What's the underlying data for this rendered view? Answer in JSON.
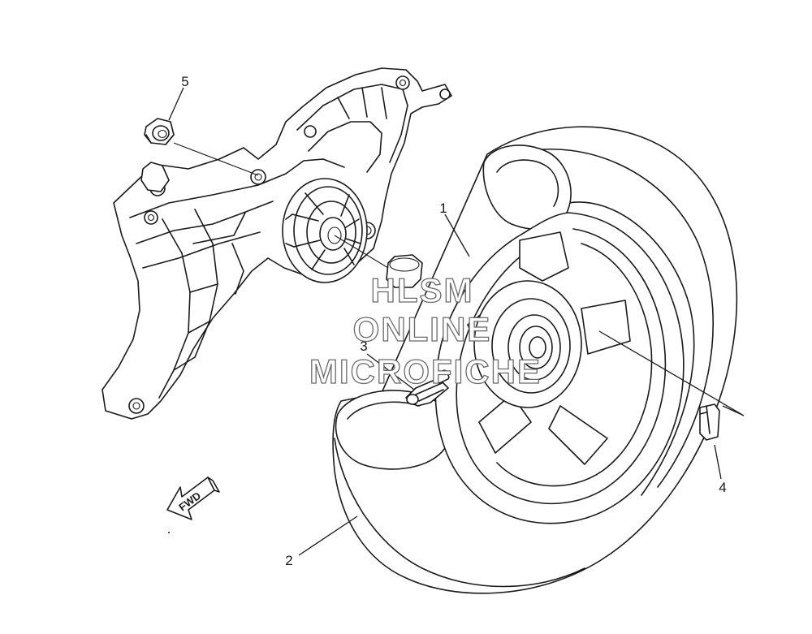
{
  "diagram": {
    "callouts": {
      "c1": "1",
      "c2": "2",
      "c3": "3",
      "c4": "4",
      "c5": "5"
    },
    "watermark": {
      "line1": "HLSM",
      "line2": "ONLINE",
      "line3": "MICROFICHE"
    },
    "direction_label": "FWD"
  }
}
